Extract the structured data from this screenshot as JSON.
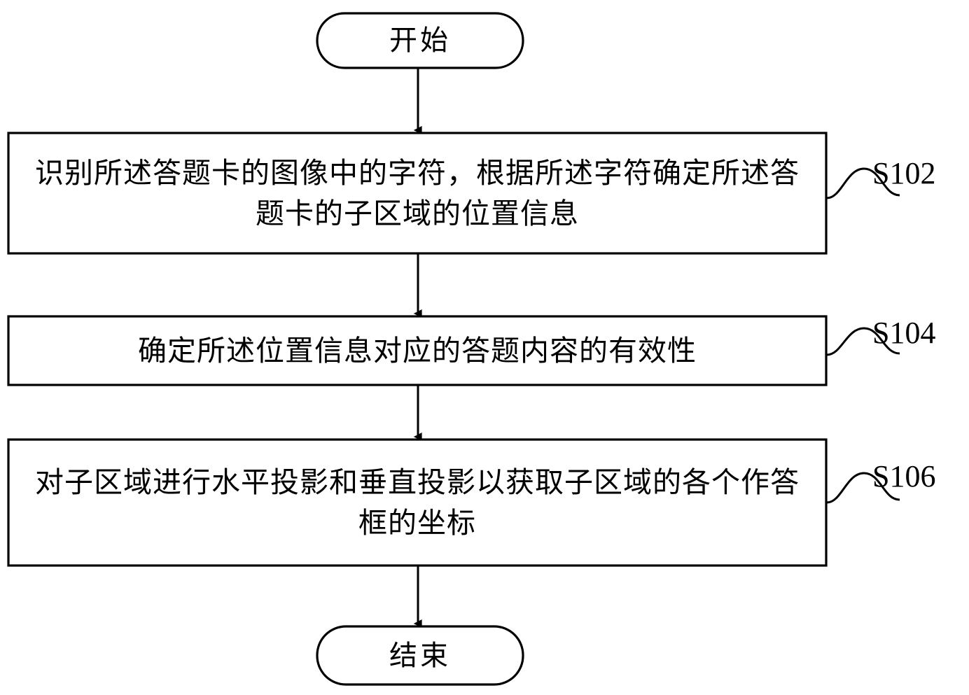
{
  "diagram": {
    "type": "flowchart",
    "orientation": "vertical",
    "background_color": "#ffffff",
    "stroke_color": "#000000",
    "nodes": [
      {
        "id": "start",
        "shape": "stadium",
        "label": "开始"
      },
      {
        "id": "s102",
        "shape": "rectangle",
        "label": "识别所述答题卡的图像中的字符，根据所述字符确定所述答题卡的子区域的位置信息",
        "step_label": "S102"
      },
      {
        "id": "s104",
        "shape": "rectangle",
        "label": "确定所述位置信息对应的答题内容的有效性",
        "step_label": "S104"
      },
      {
        "id": "s106",
        "shape": "rectangle",
        "label": "对子区域进行水平投影和垂直投影以获取子区域的各个作答框的坐标",
        "step_label": "S106"
      },
      {
        "id": "end",
        "shape": "stadium",
        "label": "结束"
      }
    ],
    "edges": [
      {
        "from": "start",
        "to": "s102",
        "arrow": "filled-triangle"
      },
      {
        "from": "s102",
        "to": "s104",
        "arrow": "filled-triangle"
      },
      {
        "from": "s104",
        "to": "s106",
        "arrow": "filled-triangle"
      },
      {
        "from": "s106",
        "to": "end",
        "arrow": "filled-triangle"
      }
    ],
    "leader_lines": [
      {
        "for": "s102",
        "style": "s-curve"
      },
      {
        "for": "s104",
        "style": "s-curve"
      },
      {
        "for": "s106",
        "style": "s-curve"
      }
    ]
  }
}
